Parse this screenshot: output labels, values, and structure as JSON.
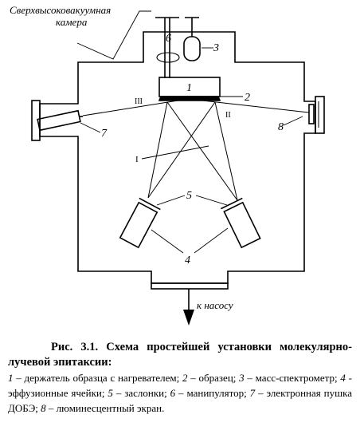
{
  "labels": {
    "camera_line1": "Сверхвысоковакуумная",
    "camera_line2": "камера",
    "pump": "к насосу",
    "n1": "1",
    "n2": "2",
    "n3": "3",
    "n4": "4",
    "n5": "5",
    "n6": "6",
    "n7": "7",
    "n8": "8",
    "beam_I": "I",
    "beam_II": "II",
    "beam_III": "III"
  },
  "caption": {
    "title": "Рис. 3.1. Схема простейшей установки молекулярно-лучевой эпитаксии:",
    "legend": [
      {
        "num": "1",
        "text": " – держатель образца с нагревателем; "
      },
      {
        "num": "2",
        "text": " – образец; "
      },
      {
        "num": "3",
        "text": " – масс-спектрометр; "
      },
      {
        "num": "4",
        "text": " - эффузионные ячейки; "
      },
      {
        "num": "5",
        "text": " – заслонки; "
      },
      {
        "num": "6",
        "text": " – манипулятор; "
      },
      {
        "num": "7",
        "text": " – электронная пушка ДОБЭ; "
      },
      {
        "num": "8",
        "text": " – люминесцентный экран."
      }
    ]
  }
}
